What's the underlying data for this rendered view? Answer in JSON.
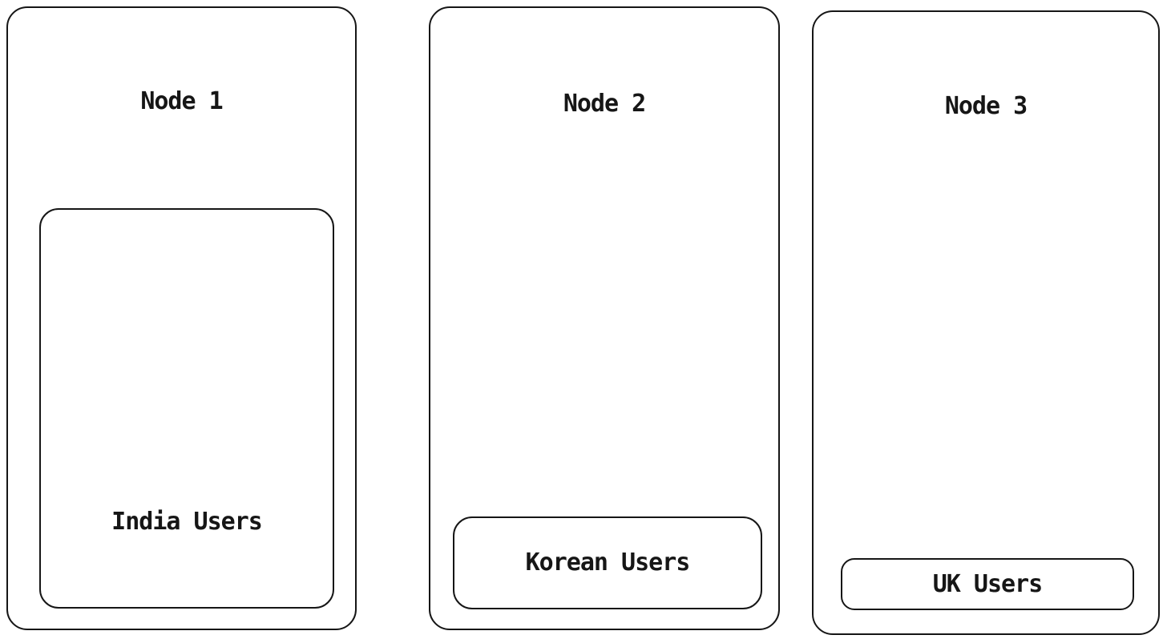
{
  "diagram": {
    "background_color": "#ffffff",
    "stroke_color": "#161616",
    "nodes": [
      {
        "label": "Node 1",
        "child_label": "India Users"
      },
      {
        "label": "Node 2",
        "child_label": "Korean Users"
      },
      {
        "label": "Node 3",
        "child_label": "UK Users"
      }
    ]
  }
}
